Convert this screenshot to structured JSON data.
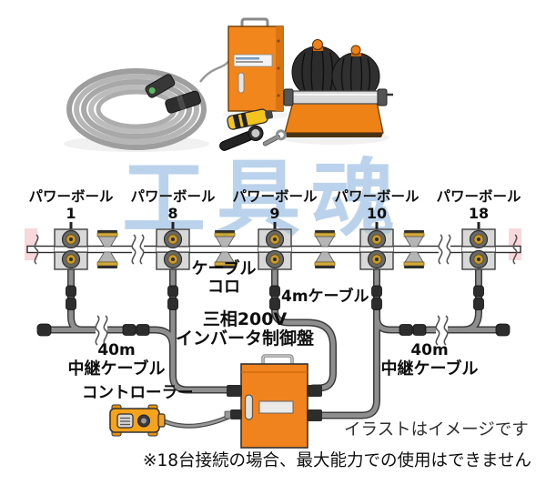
{
  "watermark": "工具魂",
  "diagram": {
    "units": [
      {
        "name": "パワーボール",
        "number": "1"
      },
      {
        "name": "パワーボール",
        "number": "8"
      },
      {
        "name": "パワーボール",
        "number": "9"
      },
      {
        "name": "パワーボール",
        "number": "10"
      },
      {
        "name": "パワーボール",
        "number": "18"
      }
    ],
    "labels": {
      "cable_roller_line1": "ケーブル",
      "cable_roller_line2": "コロ",
      "cable_4m": "4mケーブル",
      "inverter_line1": "三相200V",
      "inverter_line2": "インバータ制御盤",
      "relay_40m": "40m",
      "relay_cable": "中継ケーブル",
      "controller": "コントローラー"
    },
    "notes": {
      "illustration": "イラストはイメージです",
      "disclaimer": "※18台接続の場合、最大能力での使用はできません"
    }
  },
  "icons": {
    "photo_parts": [
      "cable-reel",
      "inverter-control-box",
      "power-ball-machine",
      "grip-tool",
      "flashlight-gauge",
      "wrench"
    ]
  },
  "colors": {
    "orange": "#f0831e",
    "orange_dark": "#c96a10",
    "gold": "#d2a53e",
    "unit_gray": "#d8d8d8",
    "cable_gray": "#8e8e8e",
    "cable_outline": "#3c3c3c",
    "connector_dark": "#2d2d2d",
    "watermark_blue": "#a9c7e6",
    "pink_band": "#f2b8bc",
    "pendant_yellow": "#f5a31d"
  }
}
